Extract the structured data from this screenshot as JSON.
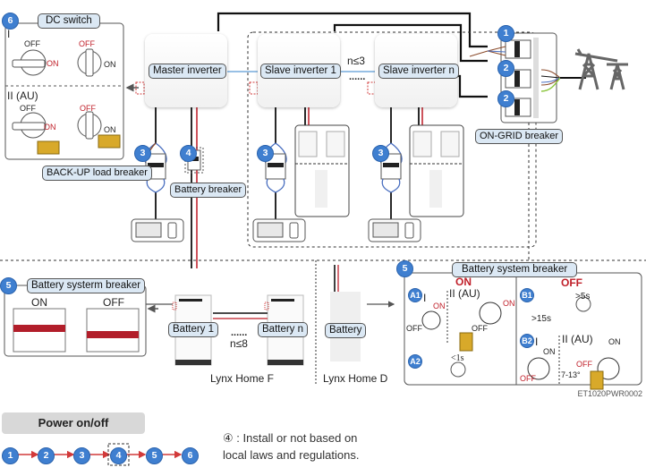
{
  "dc_switch": {
    "badge": "6",
    "title": "DC switch",
    "section1": "I",
    "section2": "II (AU)",
    "off": "OFF",
    "on": "ON"
  },
  "inverters": {
    "master": "Master inverter",
    "slave1": "Slave inverter 1",
    "slaven": "Slave inverter n",
    "count_note": "n≤3",
    "dots": "......"
  },
  "breakers": {
    "backup": "BACK-UP load breaker",
    "battery": "Battery breaker",
    "ongrid": "ON-GRID breaker",
    "battery_system": "Battery systerm breaker",
    "battery_system_right": "Battery system breaker"
  },
  "badges": {
    "ongrid_1": "1",
    "ongrid_2a": "2",
    "ongrid_2b": "2",
    "backup_3": "3",
    "battery_4": "4",
    "slave1_3": "3",
    "slaven_3": "3",
    "left_5": "5",
    "right_5": "5"
  },
  "battery_left": {
    "on": "ON",
    "off": "OFF"
  },
  "batteries": {
    "battery1": "Battery 1",
    "batteryn": "Battery n",
    "battery": "Battery",
    "dots": "......",
    "count_note": "n≤8",
    "lynx_f": "Lynx Home F",
    "lynx_d": "Lynx Home D"
  },
  "battery_right": {
    "on_header": "ON",
    "off_header": "OFF",
    "a1": "A1",
    "a2": "A2",
    "b1": "B1",
    "b2": "B2",
    "i": "I",
    "ii_au": "II (AU)",
    "on": "ON",
    "off": "OFF",
    "lt1s": "<1s",
    "gt5s": ">5s",
    "gt15s": ">15s",
    "angle": "7-13°"
  },
  "doc_code": "ET1020PWR0002",
  "power": {
    "title": "Power on/off",
    "steps": [
      "1",
      "2",
      "3",
      "4",
      "5",
      "6"
    ],
    "note_line1": "④ : Install or not based on",
    "note_line2": "local laws and regulations."
  },
  "colors": {
    "badge": "#3f7fd0",
    "label_bg": "#dbe8f4",
    "red_text": "#c0202a",
    "wire_red": "#c8404a",
    "wire_blue": "#4a6fc0",
    "wire_brown": "#8a4a2a",
    "wire_green": "#8cc63f",
    "comm_line": "#5b9bd5",
    "lock": "#d8a92a"
  }
}
